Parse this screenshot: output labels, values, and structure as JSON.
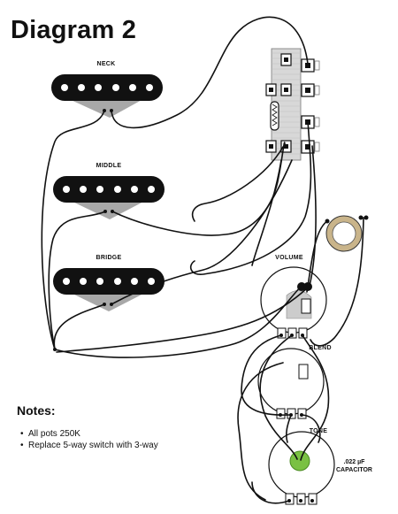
{
  "title": "Diagram 2",
  "pickups": {
    "neck": "NECK",
    "middle": "MIDDLE",
    "bridge": "BRIDGE"
  },
  "pots": {
    "volume": "VOLUME",
    "blend": "BLEND",
    "tone": "TONE"
  },
  "capacitor": {
    "value": ".022 µF",
    "label": "CAPACITOR"
  },
  "notes": {
    "heading": "Notes:",
    "items": [
      "All pots 250K",
      "Replace 5-way switch with 3-way"
    ]
  },
  "colors": {
    "wire": "#111111",
    "pickup_body": "#111111",
    "pickup_shadow": "#a8a8a8",
    "capacitor": "#7ac143",
    "jack_ring": "#c9b48a"
  }
}
